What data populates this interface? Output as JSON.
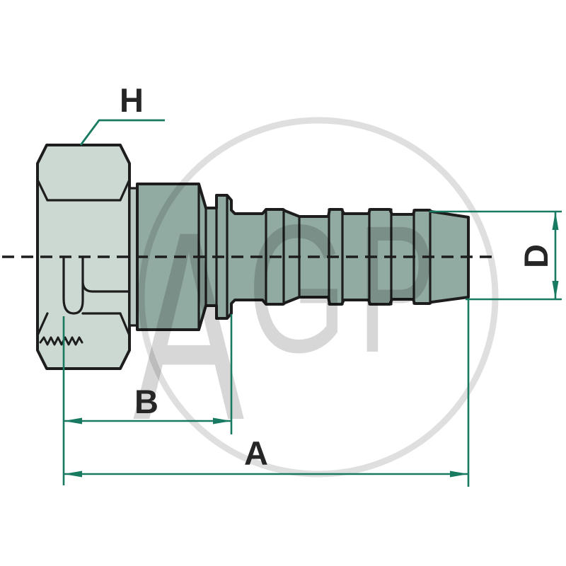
{
  "drawing": {
    "type": "technical-dimension-drawing",
    "subject": "hose-fitting-with-hex-nut-and-barbed-tail"
  },
  "labels": {
    "h": "H",
    "b": "B",
    "a": "A",
    "d": "D"
  },
  "watermark": {
    "text": "AGP",
    "letters": [
      "A",
      "G",
      "P"
    ]
  },
  "colors": {
    "dimension_accent": "#187a60",
    "outline": "#1d1d1d",
    "nut_fill": "#ccd8d2",
    "washer_fill": "#bac9c3",
    "body_fill": "#91aaa2",
    "watermark_gray": "#d9d9d9",
    "background": "#ffffff"
  }
}
